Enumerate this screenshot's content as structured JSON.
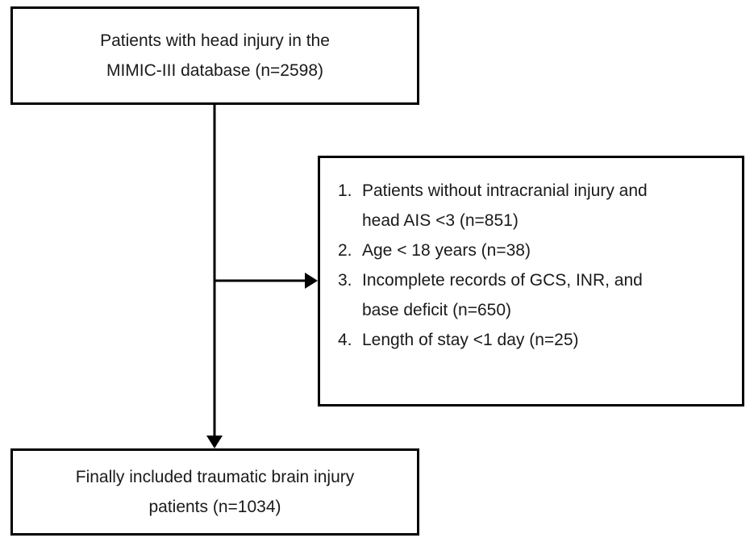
{
  "top_box": {
    "lines": [
      "Patients with head injury in the",
      "MIMIC-III database (n=2598)"
    ]
  },
  "exclusion_box": {
    "items": [
      {
        "number": "1.",
        "lines": [
          "Patients without intracranial injury and",
          "head AIS <3 (n=851)"
        ]
      },
      {
        "number": "2.",
        "lines": [
          "Age < 18 years (n=38)"
        ]
      },
      {
        "number": "3.",
        "lines": [
          "Incomplete records of GCS, INR, and",
          "base deficit (n=650)"
        ]
      },
      {
        "number": "4.",
        "lines": [
          "Length of stay <1 day (n=25)"
        ]
      }
    ]
  },
  "bottom_box": {
    "lines": [
      "Finally included traumatic brain injury",
      "patients (n=1034)"
    ]
  },
  "colors": {
    "stroke": "#000000",
    "text": "#1a1a1a",
    "background": "#ffffff"
  }
}
